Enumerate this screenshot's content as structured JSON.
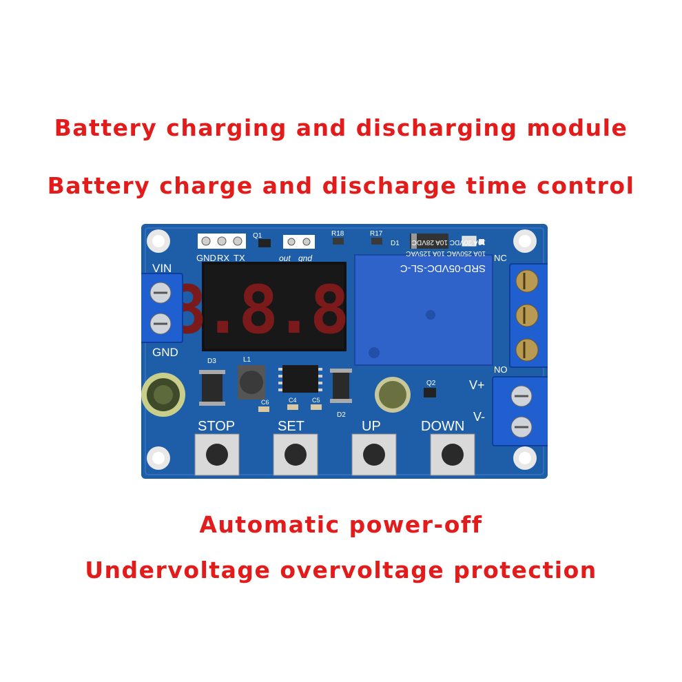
{
  "headlines": {
    "line1": "Battery charging and discharging module",
    "line2": "Battery charge and discharge time control",
    "line3": "Automatic power-off",
    "line4": "Undervoltage overvoltage protection"
  },
  "board": {
    "header_pins": [
      "GND",
      "RX",
      "TX"
    ],
    "out_pins": [
      "out",
      "gnd"
    ],
    "input_terminal": {
      "vin": "VIN",
      "gnd": "GND"
    },
    "output_terminal": {
      "v_plus": "V+",
      "v_minus": "V-"
    },
    "relay_terminal": {
      "nc": "NC",
      "no": "NO"
    },
    "buttons": [
      "STOP",
      "SET",
      "UP",
      "DOWN"
    ],
    "display_digits": "8.8.8.",
    "components": {
      "q1": "Q1",
      "q2": "Q2",
      "r18": "R18",
      "r17": "R17",
      "d1": "D1",
      "d2": "D2",
      "d3": "D3",
      "l1": "L1",
      "c6": "C6",
      "c4": "C4",
      "c5": "C5"
    },
    "relay_text": {
      "model": "SRD-05VDC-SL-C",
      "rating1": "10A 250VAC 10A 125VAC",
      "rating2": "10A 30VDC 10A 28VDC"
    },
    "colors": {
      "pcb": "#1e5da8",
      "terminal": "#1f5fd0",
      "relay": "#2f63c9",
      "headline": "#e31b1b"
    }
  }
}
